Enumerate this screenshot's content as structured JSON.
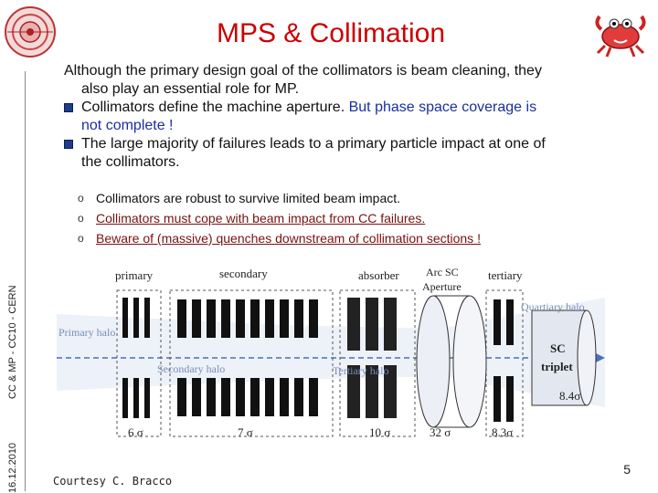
{
  "title": "MPS & Collimation",
  "sidebar": {
    "date": "16.12.2010",
    "conference": "CC & MP - CC10 - CERN"
  },
  "intro_line1": "Although the primary design goal of the collimators is beam cleaning, they",
  "intro_line2": "also play an essential role for MP.",
  "bullets": [
    {
      "black": "Collimators define the machine aperture.",
      "blue": "But phase space coverage is",
      "blue2": "not complete !"
    },
    {
      "line1": "The large majority of failures leads to a primary particle impact at one of",
      "line2": "the collimators."
    }
  ],
  "sub_bullets": [
    "Collimators are robust to survive limited beam impact.",
    "Collimators must cope with beam impact from CC failures.",
    "Beware of (massive) quenches downstream of collimation sections !"
  ],
  "diagram": {
    "labels": {
      "primary": "primary",
      "secondary": "secondary",
      "absorber": "absorber",
      "arc_sc_1": "Arc SC",
      "arc_sc_2": "Aperture",
      "tertiary": "tertiary",
      "primary_halo": "Primary halo",
      "secondary_halo": "Secondary halo",
      "tertiary_halo": "Tertiary halo",
      "quartiary_halo": "Quartiary halo",
      "sc1": "SC",
      "sc2": "triplet",
      "sigma_84": "8.4σ"
    },
    "sigmas": [
      "6 σ",
      "7 σ",
      "10 σ",
      "32 σ",
      "8.3σ"
    ]
  },
  "courtesy": "Courtesy C. Bracco",
  "page_number": "5",
  "colors": {
    "title": "#cc0000",
    "bullet": "#1f3c88",
    "blue_text": "#1a2fa0"
  }
}
